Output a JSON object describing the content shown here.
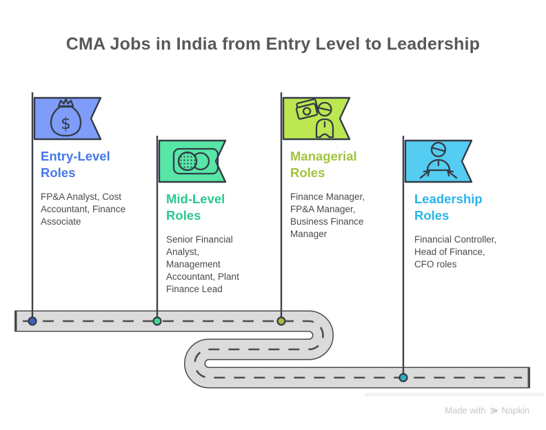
{
  "title": "CMA Jobs in India from Entry Level to Leadership",
  "levels": [
    {
      "name": "entry",
      "heading": "Entry-Level\nRoles",
      "body": "FP&A Analyst, Cost\nAccountant, Finance\nAssociate",
      "flag_color": "#7e9cf8",
      "heading_color": "#4377ea",
      "dot_color": "#4161b5",
      "icon": "money-bag-icon"
    },
    {
      "name": "mid",
      "heading": "Mid-Level\nRoles",
      "body": "Senior Financial\nAnalyst,\nManagement\nAccountant, Plant\nFinance Lead",
      "flag_color": "#57e6a6",
      "heading_color": "#2bc98c",
      "dot_color": "#45d693",
      "icon": "payment-card-icon"
    },
    {
      "name": "managerial",
      "heading": "Managerial\nRoles",
      "body": "Finance Manager,\nFP&A Manager,\nBusiness Finance\nManager",
      "flag_color": "#bce751",
      "heading_color": "#a0c43b",
      "dot_color": "#a4ba3e",
      "icon": "cash-person-icon"
    },
    {
      "name": "leadership",
      "heading": "Leadership\nRoles",
      "body": "Financial Controller,\nHead of Finance,\nCFO roles",
      "flag_color": "#55ccf2",
      "heading_color": "#27b5ea",
      "dot_color": "#2fafc6",
      "icon": "person-arrows-icon"
    }
  ],
  "icon_glyphs": {
    "dollar": "$"
  },
  "watermark": {
    "prefix": "Made with",
    "brand": "Napkin"
  }
}
